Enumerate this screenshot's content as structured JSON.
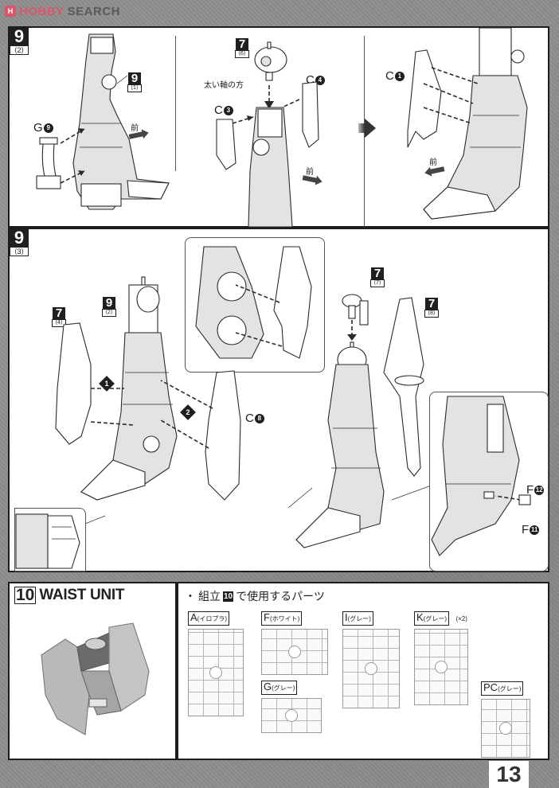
{
  "watermark": {
    "logo_glyph": "H",
    "brand_part1": "HOBBY",
    "brand_part2": "SEARCH",
    "brand_color": "#d9576b"
  },
  "step9_2": {
    "step": {
      "number": "9",
      "sub": "⟨2⟩"
    },
    "panel_a": {
      "ref": {
        "number": "9",
        "sub": "⟨1⟩"
      },
      "part": {
        "letter": "G",
        "index": "9"
      },
      "front_label": "前"
    },
    "panel_b": {
      "ref": {
        "number": "7",
        "sub": "⟨6⟩"
      },
      "note": "太い軸の方",
      "part_left": {
        "letter": "C",
        "index": "3"
      },
      "part_right": {
        "letter": "C",
        "index": "4"
      },
      "front_label": "前"
    },
    "panel_c": {
      "part": {
        "letter": "C",
        "index": "1"
      },
      "front_label": "前"
    }
  },
  "step9_3": {
    "step": {
      "number": "9",
      "sub": "⟨3⟩"
    },
    "ref_left": {
      "number": "7",
      "sub": "⟨4⟩"
    },
    "ref_body": {
      "number": "9",
      "sub": "⟨2⟩"
    },
    "order_1": "1",
    "order_2": "2",
    "part_c8": {
      "letter": "C",
      "index": "8"
    },
    "ref_joint": {
      "number": "7",
      "sub": "⟨7⟩"
    },
    "ref_blade": {
      "number": "7",
      "sub": "⟨8⟩"
    },
    "part_f12": {
      "letter": "F",
      "index": "12"
    },
    "part_f11": {
      "letter": "F",
      "index": "11"
    }
  },
  "step10": {
    "number": "10",
    "title": "WAIST UNIT",
    "parts_heading": {
      "bullet": "・",
      "prefix": "組立",
      "step_ref": "10",
      "suffix": "で使用するパーツ"
    },
    "runners": [
      {
        "letter": "A",
        "color": "(イロプラ)",
        "qty": ""
      },
      {
        "letter": "F",
        "color": "(ホワイト)",
        "qty": ""
      },
      {
        "letter": "I",
        "color": "(グレー)",
        "qty": ""
      },
      {
        "letter": "K",
        "color": "(グレー)",
        "qty": "(×2)"
      },
      {
        "letter": "G",
        "color": "(グレー)",
        "qty": ""
      },
      {
        "letter": "PC",
        "color": "(グレー)",
        "qty": ""
      }
    ]
  },
  "page_number": "13"
}
